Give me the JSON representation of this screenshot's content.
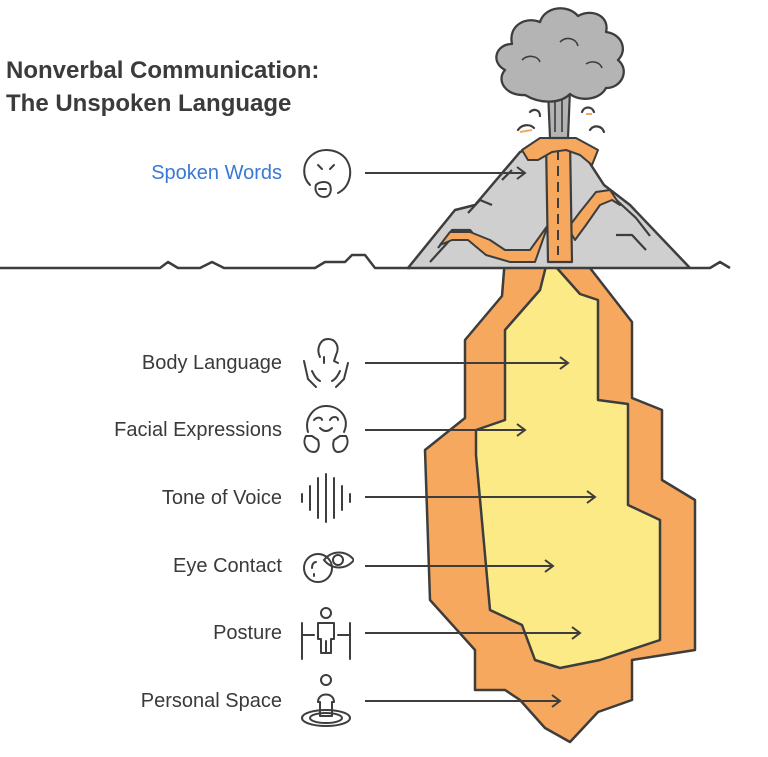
{
  "title": {
    "line1": "Nonverbal Communication:",
    "line2": "The Unspoken Language"
  },
  "above_surface": {
    "label": "Spoken Words",
    "icon": "mouth-face-icon",
    "color": "#3a78d6"
  },
  "below_surface": [
    {
      "label": "Body Language",
      "icon": "body-language-icon"
    },
    {
      "label": "Facial Expressions",
      "icon": "smiling-face-icon"
    },
    {
      "label": "Tone of Voice",
      "icon": "sound-wave-icon"
    },
    {
      "label": "Eye Contact",
      "icon": "eye-contact-icon"
    },
    {
      "label": "Posture",
      "icon": "posture-icon"
    },
    {
      "label": "Personal Space",
      "icon": "personal-space-icon"
    }
  ],
  "colors": {
    "smoke": "#b4b4b4",
    "mountain": "#cfcfcf",
    "magma_outer": "#f4a25a",
    "magma_inner": "#fbe98a",
    "outline": "#3d3d3d"
  }
}
